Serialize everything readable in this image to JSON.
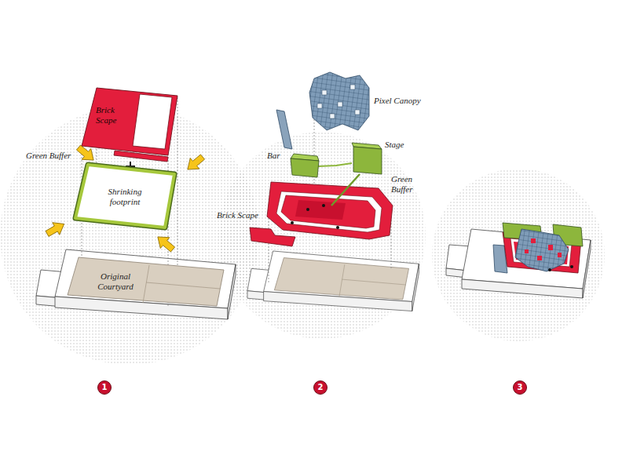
{
  "diagram": {
    "nodes": [
      {
        "text": [
          "Brick Scape"
        ]
      },
      {
        "text": [
          "Shrinking footprint"
        ]
      },
      {
        "text": [
          "Original Courtyard"
        ]
      },
      {
        "text": [
          "1"
        ]
      },
      {
        "text": [
          "2"
        ]
      },
      {
        "text": [
          "3"
        ]
      }
    ],
    "labels": [
      "Green Buffer",
      "Pixel Canopy",
      "Stage",
      "Bar",
      "Green Buffer",
      "Brick Scape"
    ]
  }
}
